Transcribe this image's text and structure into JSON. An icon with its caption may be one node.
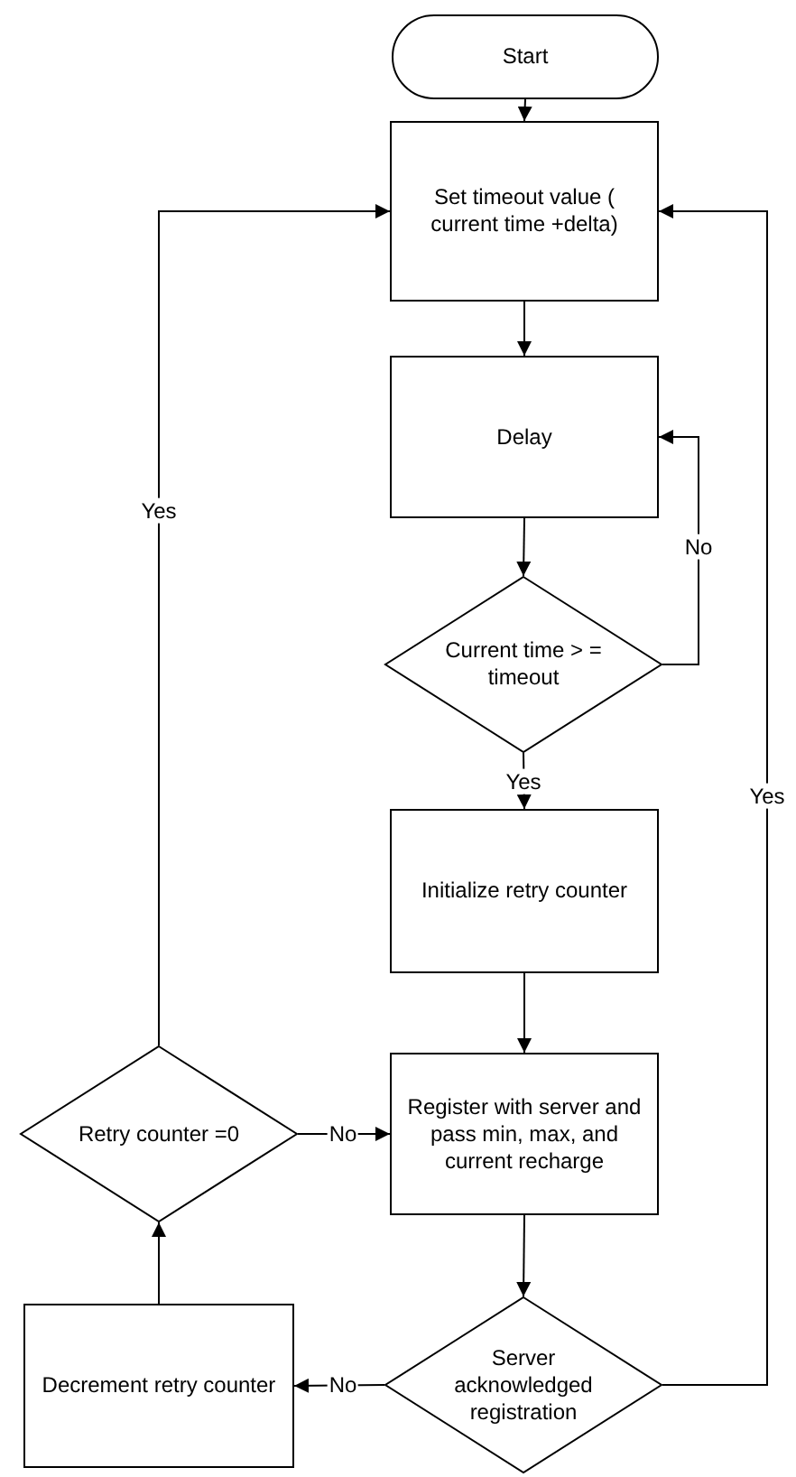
{
  "diagram": {
    "nodes": [
      {
        "text": [
          "Start"
        ]
      },
      {
        "text": [
          "Set timeout value ( current time +delta)"
        ]
      },
      {
        "text": [
          "Delay"
        ]
      },
      {
        "text": [
          "Current time > = timeout"
        ]
      },
      {
        "text": [
          "Initialize retry counter"
        ]
      },
      {
        "text": [
          "Register with server and pass min, max, and current recharge"
        ]
      },
      {
        "text": [
          "Server acknowledged registration"
        ]
      },
      {
        "text": [
          "Retry counter =0"
        ]
      },
      {
        "text": [
          "Decrement retry counter"
        ]
      }
    ],
    "edges": [
      {
        "from": 0,
        "to": 1,
        "arrow": "to"
      },
      {
        "from": 1,
        "to": 2,
        "arrow": "to"
      },
      {
        "from": 2,
        "to": 3,
        "arrow": "to"
      },
      {
        "from": 3,
        "to": 2,
        "arrow": "to",
        "label": "No"
      },
      {
        "from": 3,
        "to": 4,
        "arrow": "to",
        "label": "Yes"
      },
      {
        "from": 4,
        "to": 5,
        "arrow": "to"
      },
      {
        "from": 5,
        "to": 6,
        "arrow": "to"
      },
      {
        "from": 6,
        "to": 1,
        "arrow": "to",
        "label": "Yes"
      },
      {
        "from": 6,
        "to": 8,
        "arrow": "to",
        "label": "No"
      },
      {
        "from": 8,
        "to": 7,
        "arrow": "to"
      },
      {
        "from": 7,
        "to": 5,
        "arrow": "to",
        "label": "No"
      },
      {
        "from": 7,
        "to": 1,
        "arrow": "to",
        "label": "Yes"
      }
    ]
  }
}
